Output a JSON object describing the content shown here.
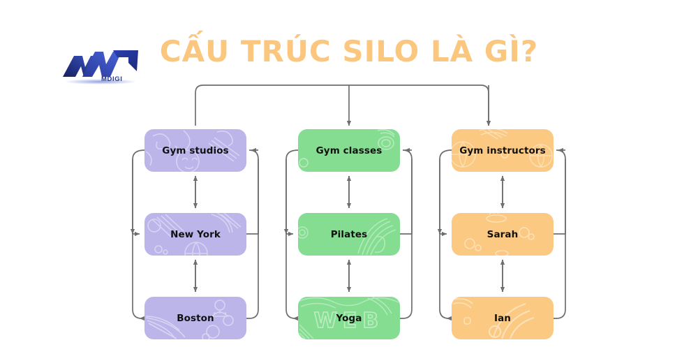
{
  "page": {
    "title": "CẤU TRÚC SILO LÀ GÌ?",
    "background": "#ffffff",
    "title_color": "#fbc77f"
  },
  "brand": {
    "name": "MDIGI",
    "logo_icon": "mdigi-logo-icon",
    "color_dark": "#1f2d7a",
    "color_light": "#3b56c8"
  },
  "diagram": {
    "type": "silo-structure-flowchart",
    "columns": [
      {
        "id": "gym-studios",
        "color": "#bbb5ea",
        "parent": {
          "label": "Gym studios",
          "deco": "abstract-doodle-pattern"
        },
        "children": [
          {
            "label": "New York",
            "deco": "globe-bubbles-pattern"
          },
          {
            "label": "Boston",
            "deco": "person-bubbles-pattern"
          }
        ]
      },
      {
        "id": "gym-classes",
        "color": "#84dd90",
        "parent": {
          "label": "Gym classes",
          "deco": "rings-pattern"
        },
        "children": [
          {
            "label": "Pilates",
            "deco": "swirl-lines-pattern"
          },
          {
            "label": "Yoga",
            "deco": "web-watermark-pattern"
          }
        ]
      },
      {
        "id": "gym-instructors",
        "color": "#fbc981",
        "parent": {
          "label": "Gym instructors",
          "deco": "globe-grid-pattern"
        },
        "children": [
          {
            "label": "Sarah",
            "deco": "bubbles-pattern"
          },
          {
            "label": "Ian",
            "deco": "wifi-signal-pattern"
          }
        ]
      }
    ],
    "connector_color": "#6e6e6e",
    "watermark_text": "WEB"
  }
}
